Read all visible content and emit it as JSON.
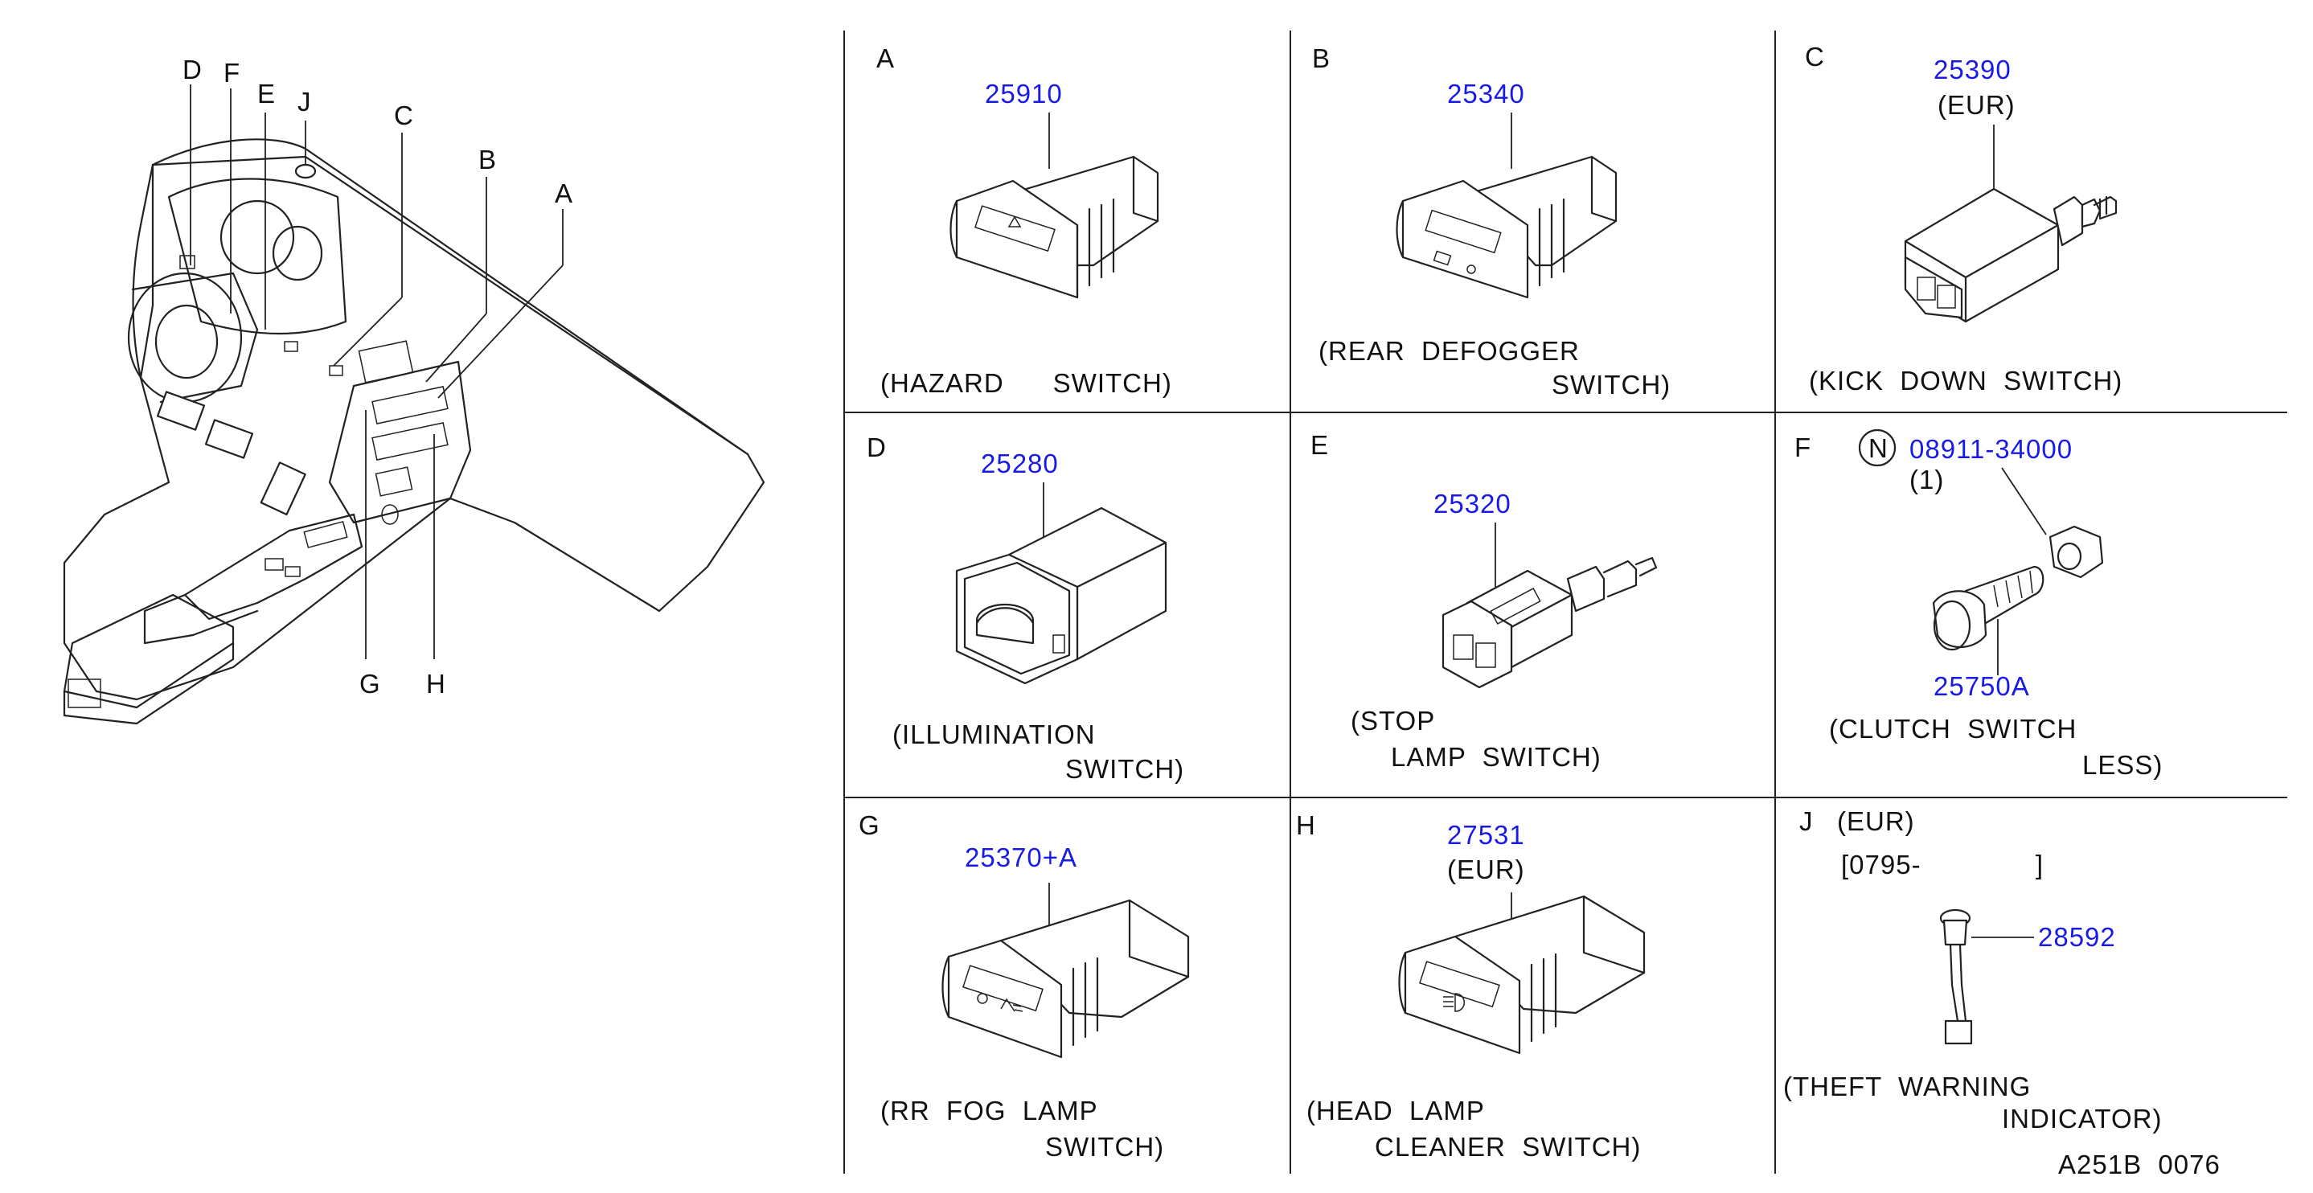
{
  "overview": {
    "callouts": [
      "D",
      "F",
      "E",
      "J",
      "C",
      "B",
      "A",
      "G",
      "H"
    ]
  },
  "panels": {
    "A": {
      "letter": "A",
      "part": "25910",
      "desc1": "(HAZARD      SWITCH)"
    },
    "B": {
      "letter": "B",
      "part": "25340",
      "desc1": "(REAR  DEFOGGER",
      "desc2": "SWITCH)"
    },
    "C": {
      "letter": "C",
      "part": "25390",
      "variant": "(EUR)",
      "desc1": "(KICK  DOWN  SWITCH)"
    },
    "D": {
      "letter": "D",
      "part": "25280",
      "desc1": "(ILLUMINATION",
      "desc2": "SWITCH)"
    },
    "E": {
      "letter": "E",
      "part": "25320",
      "desc1": "(STOP",
      "desc2": "LAMP  SWITCH)"
    },
    "F": {
      "letter": "F",
      "nut_symbol": "N",
      "part": "08911-34000",
      "qty": "(1)",
      "part2": "25750A",
      "desc1": "(CLUTCH  SWITCH",
      "desc2": "LESS)"
    },
    "G": {
      "letter": "G",
      "part": "25370+A",
      "desc1": "(RR  FOG  LAMP",
      "desc2": "SWITCH)"
    },
    "H": {
      "letter": "H",
      "part": "27531",
      "variant": "(EUR)",
      "desc1": "(HEAD  LAMP",
      "desc2": "CLEANER  SWITCH)"
    },
    "J": {
      "letter": "J",
      "variant": "(EUR)",
      "range": "[0795-              ]",
      "part": "28592",
      "desc1": "(THEFT  WARNING",
      "desc2": "INDICATOR)"
    }
  },
  "footer": {
    "code": "A251B  0076"
  },
  "colors": {
    "part_number": "#1a1ae6",
    "line": "#222222",
    "background": "#ffffff"
  }
}
